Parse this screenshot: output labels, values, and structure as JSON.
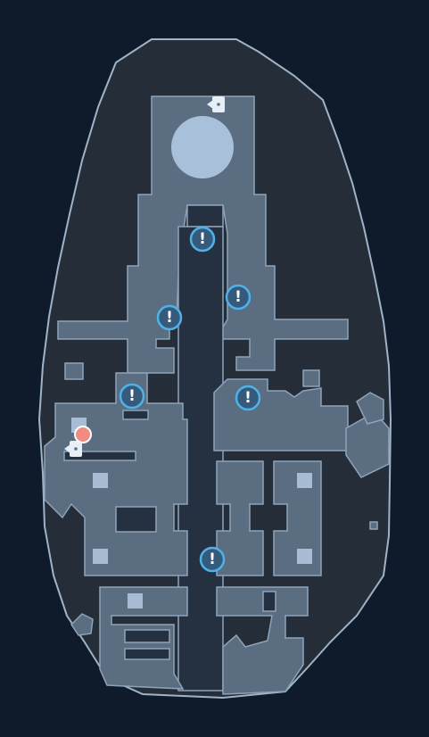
{
  "map": {
    "colors": {
      "background": "#0f1b2b",
      "outer_fill": "#252e38",
      "outline": "#9fb3c8",
      "floor": "#5b6d81",
      "room_edge": "#8ea3b9",
      "dark_interior": "#253040",
      "pillar": "#a8bdd3",
      "dome": "#a9c0da",
      "alert_ring": "#4eb2e8",
      "alert_fill": "#355a7c",
      "player": "#f28b82",
      "player_ring": "#ffffff",
      "door_fill": "#e6eef6",
      "door_arrow": "#5b6d81"
    },
    "markers": {
      "alerts": [
        {
          "id": "alert-1",
          "icon": "exclamation-icon",
          "glyph": "!"
        },
        {
          "id": "alert-2",
          "icon": "exclamation-icon",
          "glyph": "!"
        },
        {
          "id": "alert-3",
          "icon": "exclamation-icon",
          "glyph": "!"
        },
        {
          "id": "alert-4",
          "icon": "exclamation-icon",
          "glyph": "!"
        },
        {
          "id": "alert-5",
          "icon": "exclamation-icon",
          "glyph": "!"
        },
        {
          "id": "alert-6",
          "icon": "exclamation-icon",
          "glyph": "!"
        }
      ],
      "player": {
        "icon": "player-location-icon"
      },
      "doors": [
        {
          "id": "door-north",
          "icon": "door-exit-icon"
        },
        {
          "id": "door-west",
          "icon": "door-exit-icon"
        }
      ]
    }
  }
}
